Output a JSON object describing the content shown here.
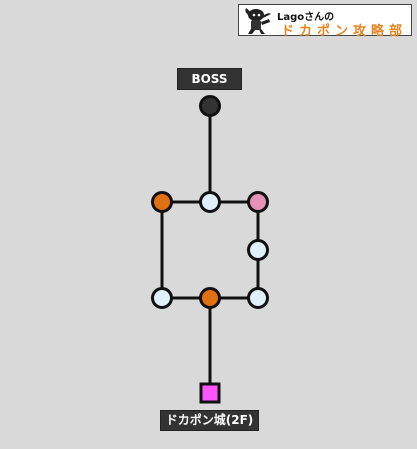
{
  "logo": {
    "name": "Lagoさんの",
    "title": "ドカポン攻略部",
    "title_color": "#e88420"
  },
  "labels": {
    "boss": "BOSS",
    "start": "ドカポン城(2F)"
  },
  "colors": {
    "background": "#d9d9d9",
    "line": "#111111",
    "boss_space": "#333333",
    "orange_space": "#e07010",
    "pink_space": "#e592b8",
    "blank_space": "#dff0f7",
    "start_space": "#ff55ff"
  }
}
